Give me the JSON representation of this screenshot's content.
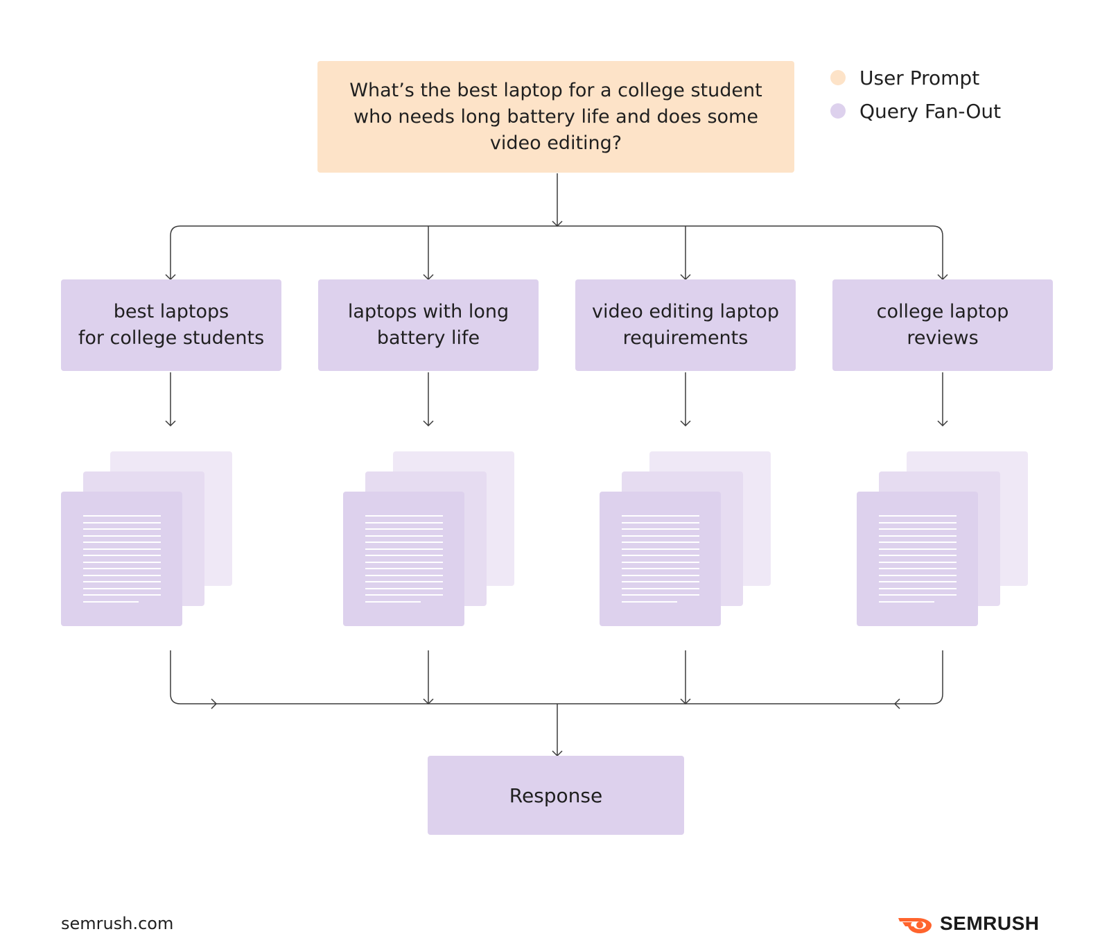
{
  "prompt": {
    "text": "What’s the best laptop for a college student\nwho needs long battery life and does some\nvideo editing?"
  },
  "legend": [
    {
      "label": "User Prompt",
      "color": "#fde3c8"
    },
    {
      "label": "Query Fan-Out",
      "color": "#ddd1ed"
    }
  ],
  "queries": [
    {
      "label": "best laptops\nfor college students"
    },
    {
      "label": "laptops with long\nbattery life"
    },
    {
      "label": "video editing laptop\nrequirements"
    },
    {
      "label": "college laptop\nreviews"
    }
  ],
  "response": {
    "label": "Response"
  },
  "footer": {
    "url": "semrush.com",
    "brand": "SEMRUSH",
    "brand_icon": "semrush-flame-icon",
    "brand_color": "#ff642d"
  },
  "colors": {
    "prompt": "#fde3c8",
    "query": "#ddd1ed",
    "line": "#3a3a3a"
  }
}
